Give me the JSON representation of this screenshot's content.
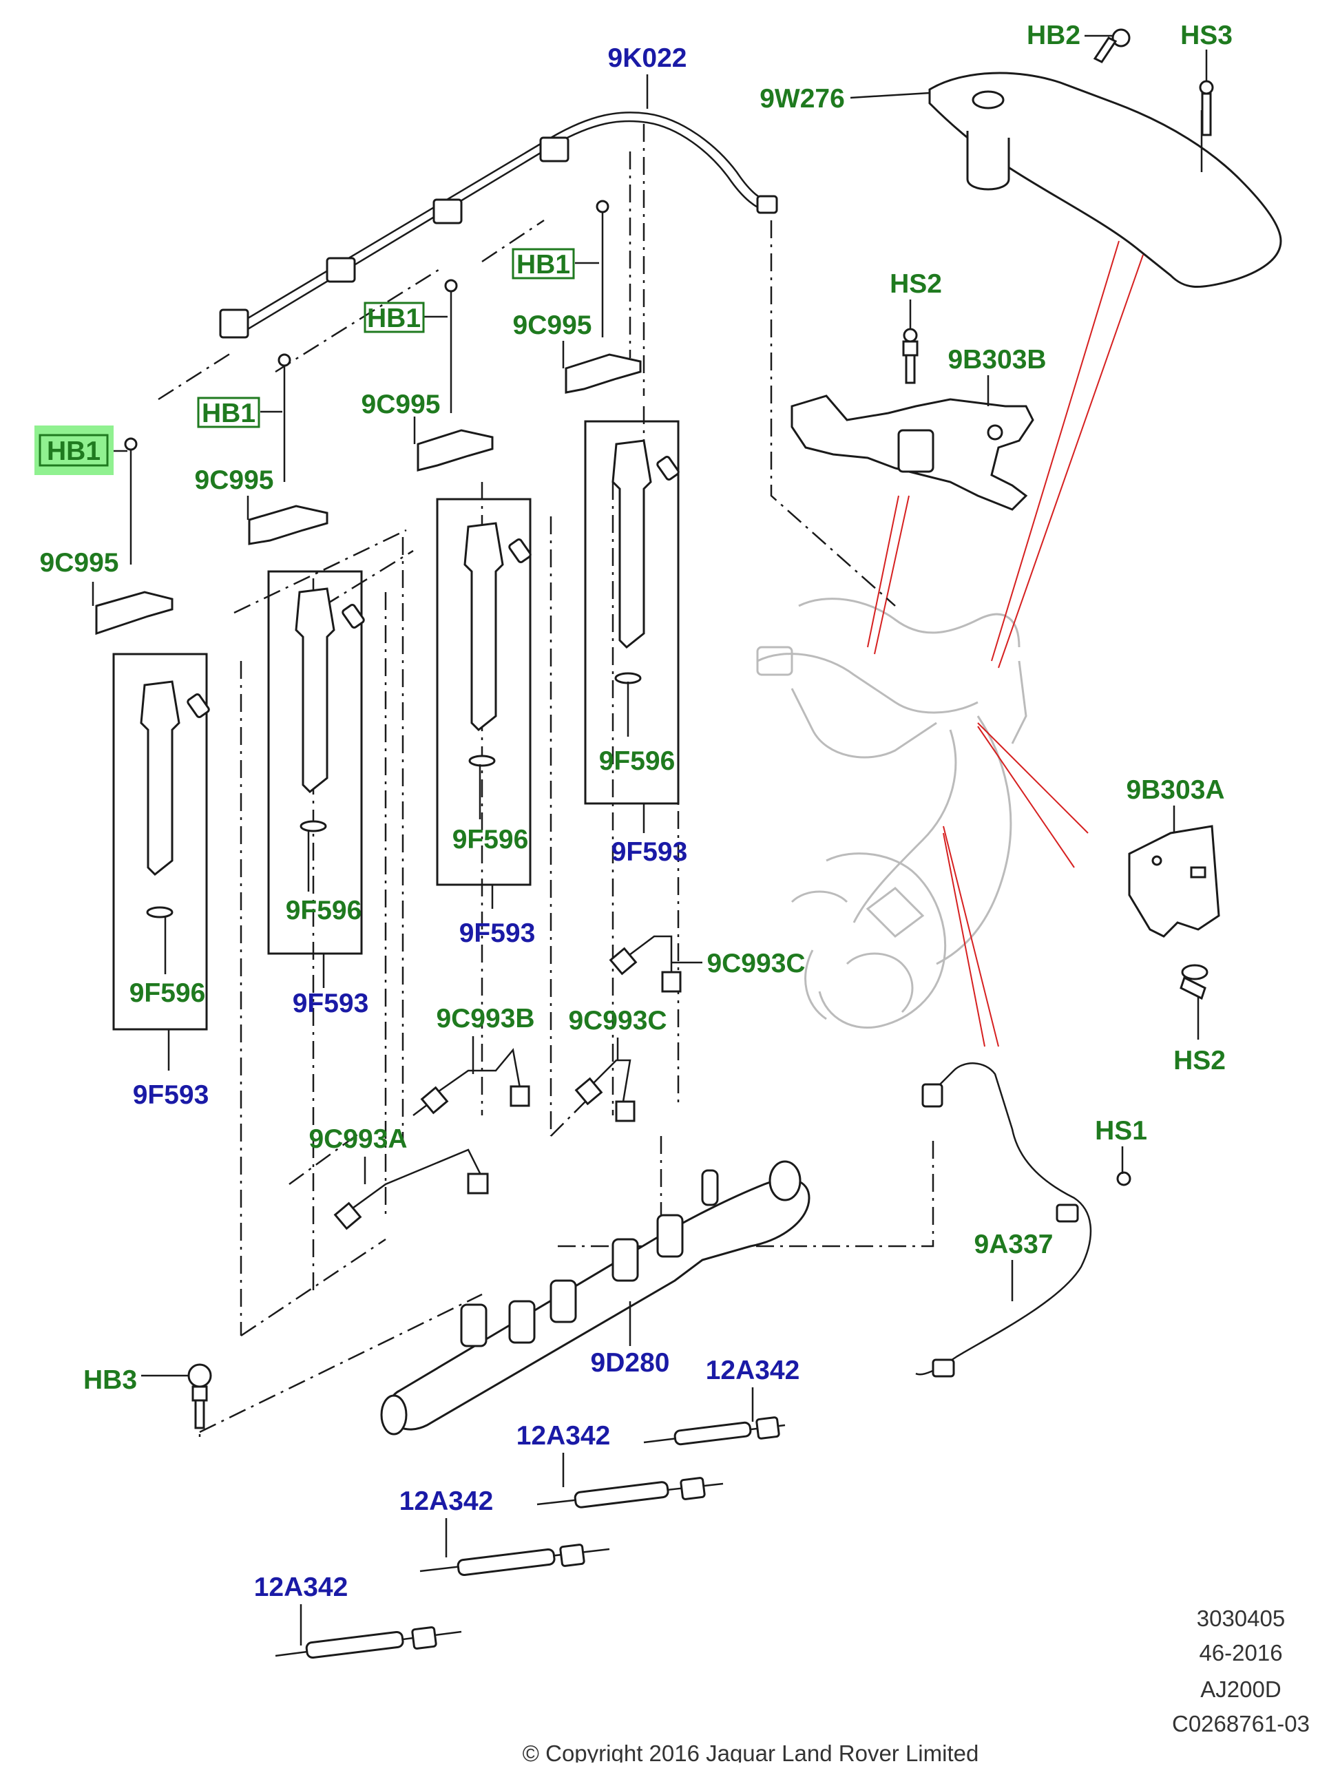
{
  "colors": {
    "label_green": "#1f7a1f",
    "label_blue": "#1a1aa6",
    "highlight": "#7dee7d",
    "red_lines": "#d62020",
    "ghost": "#bbbbbb"
  },
  "callouts": [
    {
      "text": "9K022",
      "color": "blue"
    },
    {
      "text": "HB2",
      "color": "green"
    },
    {
      "text": "HS3",
      "color": "green"
    },
    {
      "text": "9W276",
      "color": "green"
    },
    {
      "text": "HB1",
      "color": "green",
      "boxed": true
    },
    {
      "text": "HB1",
      "color": "green",
      "boxed": true
    },
    {
      "text": "HB1",
      "color": "green",
      "boxed": true
    },
    {
      "text": "HB1",
      "color": "green",
      "boxed": true,
      "highlighted": true
    },
    {
      "text": "9C995",
      "color": "green"
    },
    {
      "text": "9C995",
      "color": "green"
    },
    {
      "text": "9C995",
      "color": "green"
    },
    {
      "text": "9C995",
      "color": "green"
    },
    {
      "text": "HS2",
      "color": "green"
    },
    {
      "text": "9B303B",
      "color": "green"
    },
    {
      "text": "9F596",
      "color": "green"
    },
    {
      "text": "9F596",
      "color": "green"
    },
    {
      "text": "9F596",
      "color": "green"
    },
    {
      "text": "9F596",
      "color": "green"
    },
    {
      "text": "9F593",
      "color": "blue"
    },
    {
      "text": "9F593",
      "color": "blue"
    },
    {
      "text": "9F593",
      "color": "blue"
    },
    {
      "text": "9F593",
      "color": "blue"
    },
    {
      "text": "9B303A",
      "color": "green"
    },
    {
      "text": "HS2",
      "color": "green"
    },
    {
      "text": "9C993C",
      "color": "green"
    },
    {
      "text": "9C993B",
      "color": "green"
    },
    {
      "text": "9C993C",
      "color": "green"
    },
    {
      "text": "HS1",
      "color": "green"
    },
    {
      "text": "9C993A",
      "color": "green"
    },
    {
      "text": "9A337",
      "color": "green"
    },
    {
      "text": "HB3",
      "color": "green"
    },
    {
      "text": "9D280",
      "color": "blue"
    },
    {
      "text": "12A342",
      "color": "blue"
    },
    {
      "text": "12A342",
      "color": "blue"
    },
    {
      "text": "12A342",
      "color": "blue"
    },
    {
      "text": "12A342",
      "color": "blue"
    }
  ],
  "meta": {
    "line1": "3030405",
    "line2": "46-2016",
    "line3": "AJ200D",
    "line4": "C0268761-03",
    "copyright": "© Copyright  2016  Jaguar Land Rover Limited"
  }
}
